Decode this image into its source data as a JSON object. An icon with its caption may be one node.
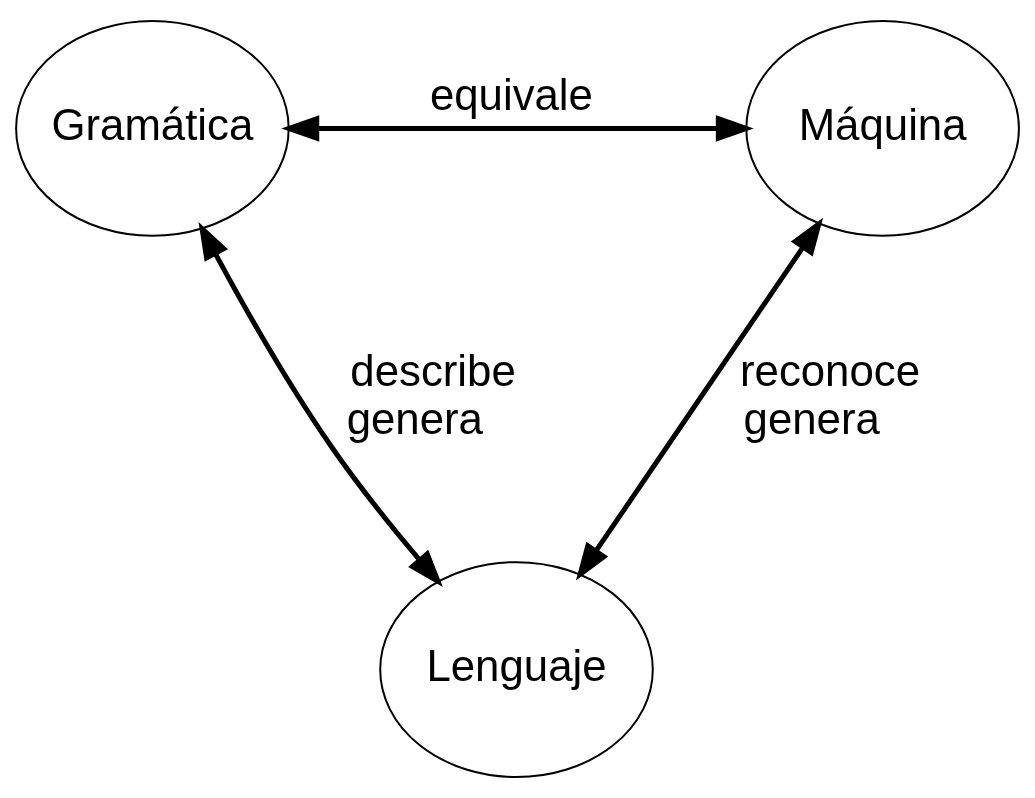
{
  "diagram": {
    "nodes": [
      {
        "text": [
          "Gramática"
        ]
      },
      {
        "text": [
          "Máquina"
        ]
      },
      {
        "text": [
          "Lenguaje"
        ]
      }
    ],
    "edges": [
      {
        "from": 0,
        "to": 1,
        "arrow": "both",
        "label": "equivale"
      },
      {
        "from": 0,
        "to": 2,
        "arrow": "both",
        "label": "describe genera"
      },
      {
        "from": 1,
        "to": 2,
        "arrow": "both",
        "label": "reconoce genera"
      }
    ]
  }
}
